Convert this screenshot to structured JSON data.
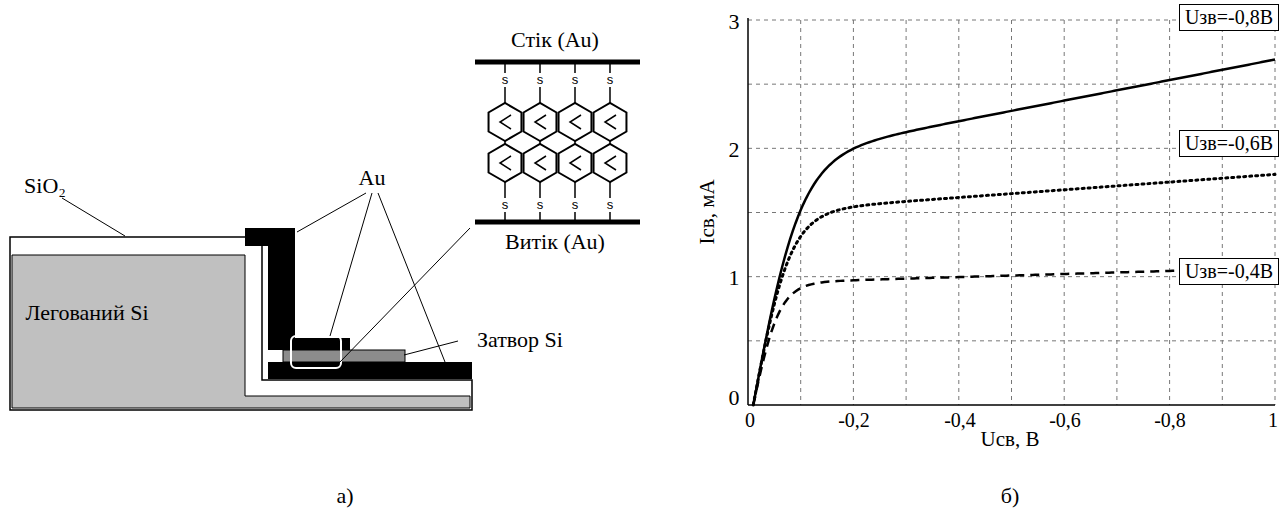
{
  "diagram": {
    "nodes": [
      {
        "text": [
          "Легований Si"
        ]
      },
      {
        "text": [
          "Uзв=-0,8В"
        ]
      },
      {
        "text": [
          "Uзв=-0,6В"
        ]
      },
      {
        "text": [
          "Uзв=-0,4В"
        ]
      }
    ],
    "labels": [
      "SiO₂",
      "Au",
      "Стік (Au)",
      "s",
      "s",
      "s",
      "s",
      "s",
      "s",
      "s",
      "s",
      "Витік (Au)",
      "Затвор Si",
      "а)",
      "б)",
      "Iсв, мА",
      "Uсв, В",
      "0",
      "1",
      "2",
      "3",
      "0",
      "-0,2",
      "-0,4",
      "-0,6",
      "-0,8",
      "1"
    ]
  }
}
